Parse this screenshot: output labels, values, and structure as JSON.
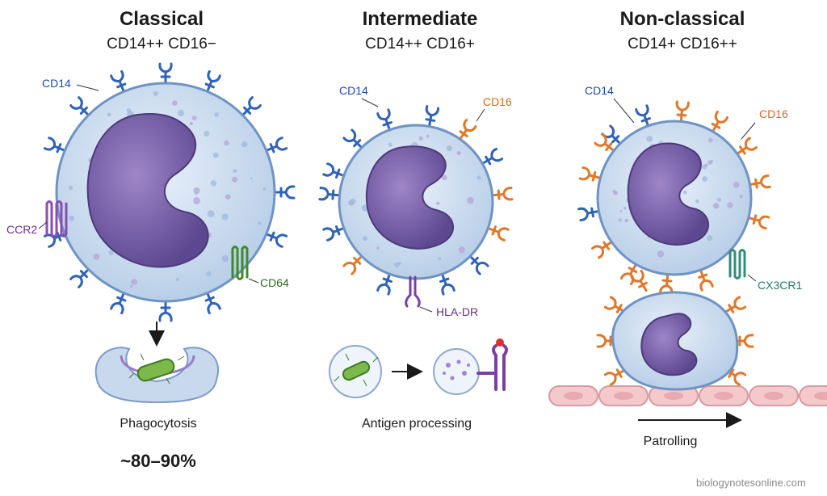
{
  "columns": [
    {
      "title": "Classical",
      "markers": "CD14++ CD16−",
      "labels": {
        "cd14": "CD14",
        "ccr2": "CCR2",
        "cd64": "CD64"
      },
      "function": "Phagocytosis",
      "percent": "~80–90%"
    },
    {
      "title": "Intermediate",
      "markers": "CD14++ CD16+",
      "labels": {
        "cd14": "CD14",
        "cd16": "CD16",
        "hladr": "HLA-DR"
      },
      "function": "Antigen processing"
    },
    {
      "title": "Non-classical",
      "markers": "CD14+ CD16++",
      "labels": {
        "cd14": "CD14",
        "cd16": "CD16",
        "cx3cr1": "CX3CR1"
      },
      "function": "Patrolling"
    }
  ],
  "credit": "biologynotesonline.com",
  "colors": {
    "cell_fill": "#d3e2f2",
    "cell_edge": "#6f93c4",
    "nucleus": "#7a62aa",
    "cd14_receptor": "#2f63b8",
    "cd16_receptor": "#e0782a",
    "ccr2": "#8a4db0",
    "cd64": "#3f8a2a",
    "cx3cr1": "#2f8f7a",
    "endothelium": "#f3c9cc"
  }
}
